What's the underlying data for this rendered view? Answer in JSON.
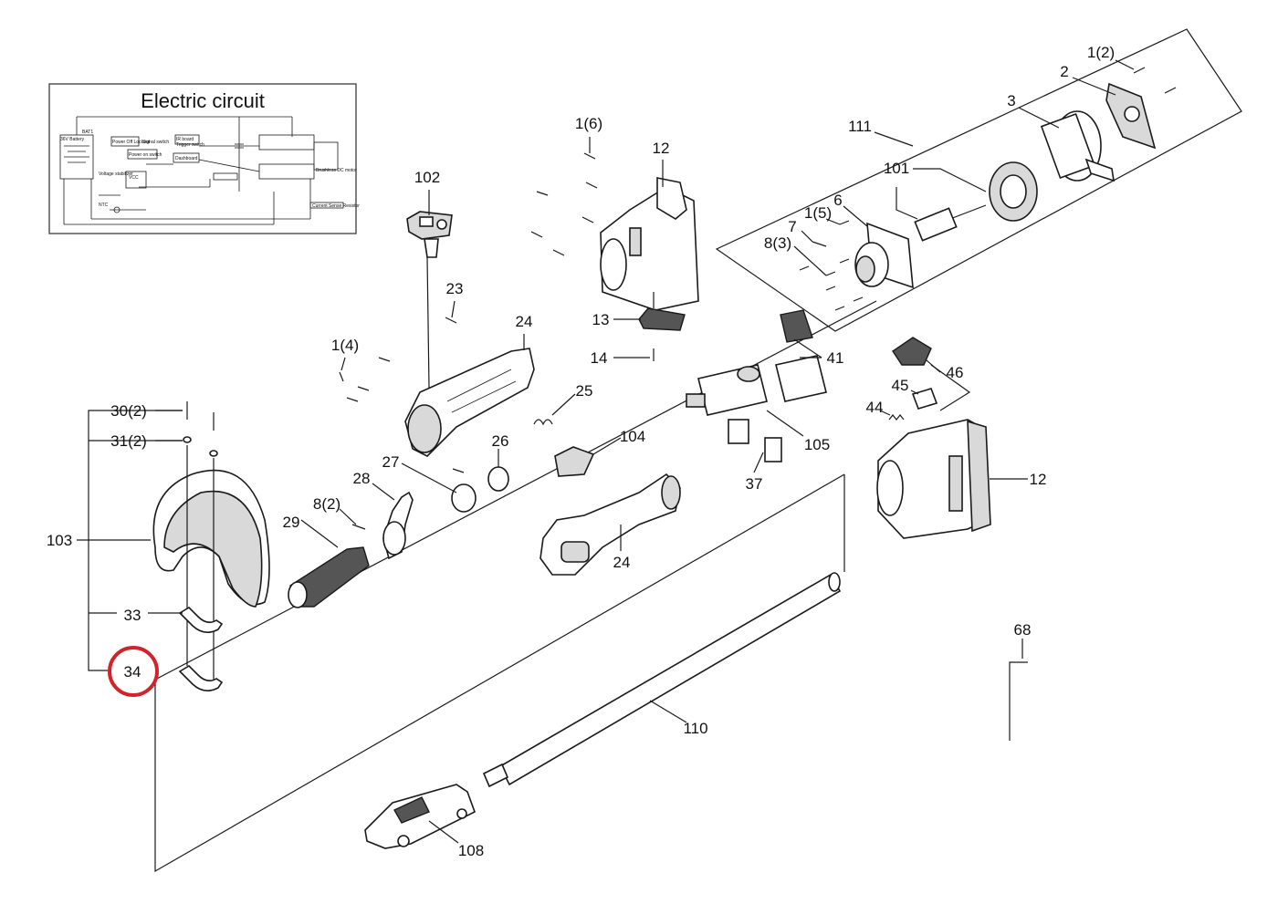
{
  "circuit": {
    "title": "Electric circuit",
    "labels": [
      "BAT1",
      "36V Battery",
      "Power Off Lockout",
      "Signal switch",
      "IR board",
      "Trigger switch",
      "Power on switch",
      "Dashboard",
      "Voltage stabilizer",
      "VCC",
      "Brushless DC motor",
      "Current Sense Resistor",
      "NTC"
    ]
  },
  "colors": {
    "highlight": "#d3232a",
    "line": "#1a1a1a"
  },
  "callouts": {
    "c_1_2": "1(2)",
    "c_2": "2",
    "c_3": "3",
    "c_111": "111",
    "c_101": "101",
    "c_1_6": "1(6)",
    "c_12_top": "12",
    "c_102": "102",
    "c_6": "6",
    "c_1_5": "1(5)",
    "c_7": "7",
    "c_8_3": "8(3)",
    "c_13": "13",
    "c_14": "14",
    "c_23": "23",
    "c_24_top": "24",
    "c_1_4": "1(4)",
    "c_41": "41",
    "c_46": "46",
    "c_45": "45",
    "c_44": "44",
    "c_25": "25",
    "c_30_2": "30(2)",
    "c_31_2": "31(2)",
    "c_104": "104",
    "c_105": "105",
    "c_26": "26",
    "c_27": "27",
    "c_28": "28",
    "c_12_right": "12",
    "c_37": "37",
    "c_8_2": "8(2)",
    "c_29": "29",
    "c_103": "103",
    "c_24_bottom": "24",
    "c_33": "33",
    "c_34": "34",
    "c_68": "68",
    "c_110": "110",
    "c_108": "108"
  },
  "highlighted_part": "34"
}
